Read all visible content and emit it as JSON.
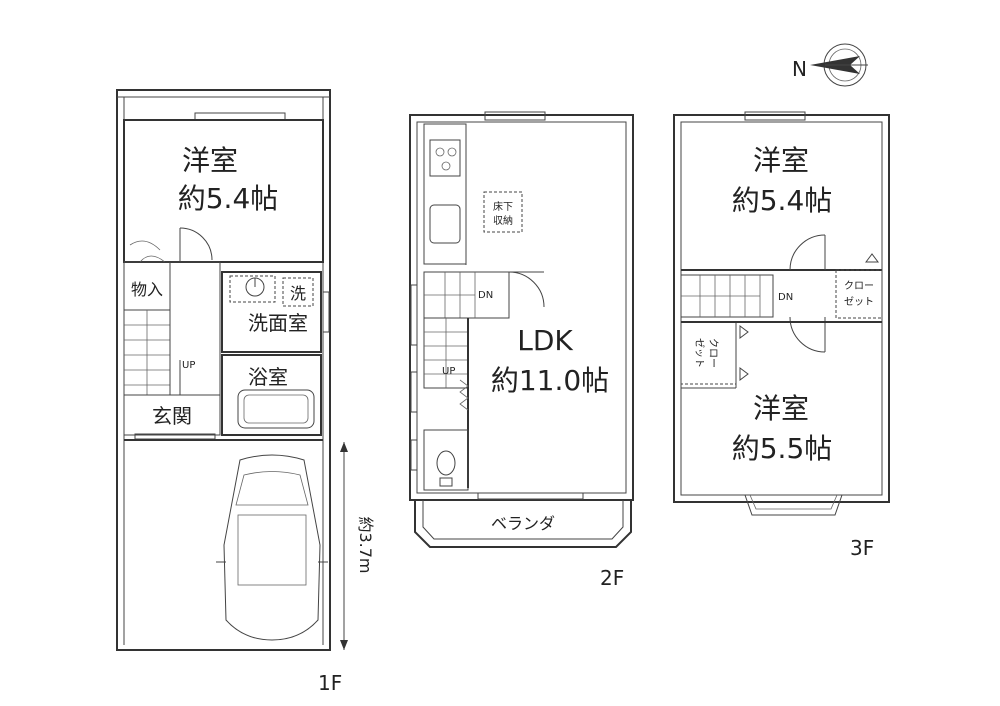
{
  "compass": {
    "label": "N"
  },
  "floor1": {
    "label": "1F",
    "bedroom": {
      "name": "洋室",
      "size": "約5.4帖"
    },
    "storage": "物入",
    "washroom": "洗面室",
    "washer": "洗",
    "bath": "浴室",
    "entrance": "玄関",
    "stairs_up": "UP",
    "parking_length": "約3.7m"
  },
  "floor2": {
    "label": "2F",
    "ldk": {
      "name": "LDK",
      "size": "約11.0帖"
    },
    "underfloor_storage": [
      "床下",
      "収納"
    ],
    "stairs_dn": "DN",
    "stairs_up": "UP",
    "balcony": "ベランダ"
  },
  "floor3": {
    "label": "3F",
    "bedroom_north": {
      "name": "洋室",
      "size": "約5.4帖"
    },
    "bedroom_south": {
      "name": "洋室",
      "size": "約5.5帖"
    },
    "closet_right": [
      "クロー",
      "ゼット"
    ],
    "closet_left": [
      "クロー",
      "ゼット"
    ],
    "stairs_dn": "DN"
  }
}
